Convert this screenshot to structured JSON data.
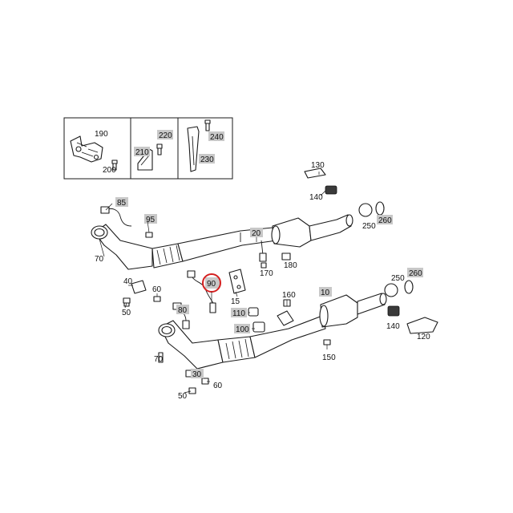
{
  "labels": {
    "l190": "190",
    "l200": "200",
    "l220": "220",
    "l210": "210",
    "l240": "240",
    "l230": "230",
    "l130": "130",
    "l140a": "140",
    "l250a": "250",
    "l260a": "260",
    "l85": "85",
    "l95": "95",
    "l70a": "70",
    "l20": "20",
    "l170": "170",
    "l180": "180",
    "l40": "40",
    "l60a": "60",
    "l50a": "50",
    "l80": "80",
    "l90": "90",
    "l15": "15",
    "l160": "160",
    "l10": "10",
    "l250b": "250",
    "l260b": "260",
    "l110": "110",
    "l100": "100",
    "l140b": "140",
    "l120": "120",
    "l150": "150",
    "l70b": "70",
    "l30": "30",
    "l60b": "60",
    "l50b": "50"
  },
  "colors": {
    "label_highlight": "#c8c8c8",
    "selection_circle": "#d42020"
  }
}
